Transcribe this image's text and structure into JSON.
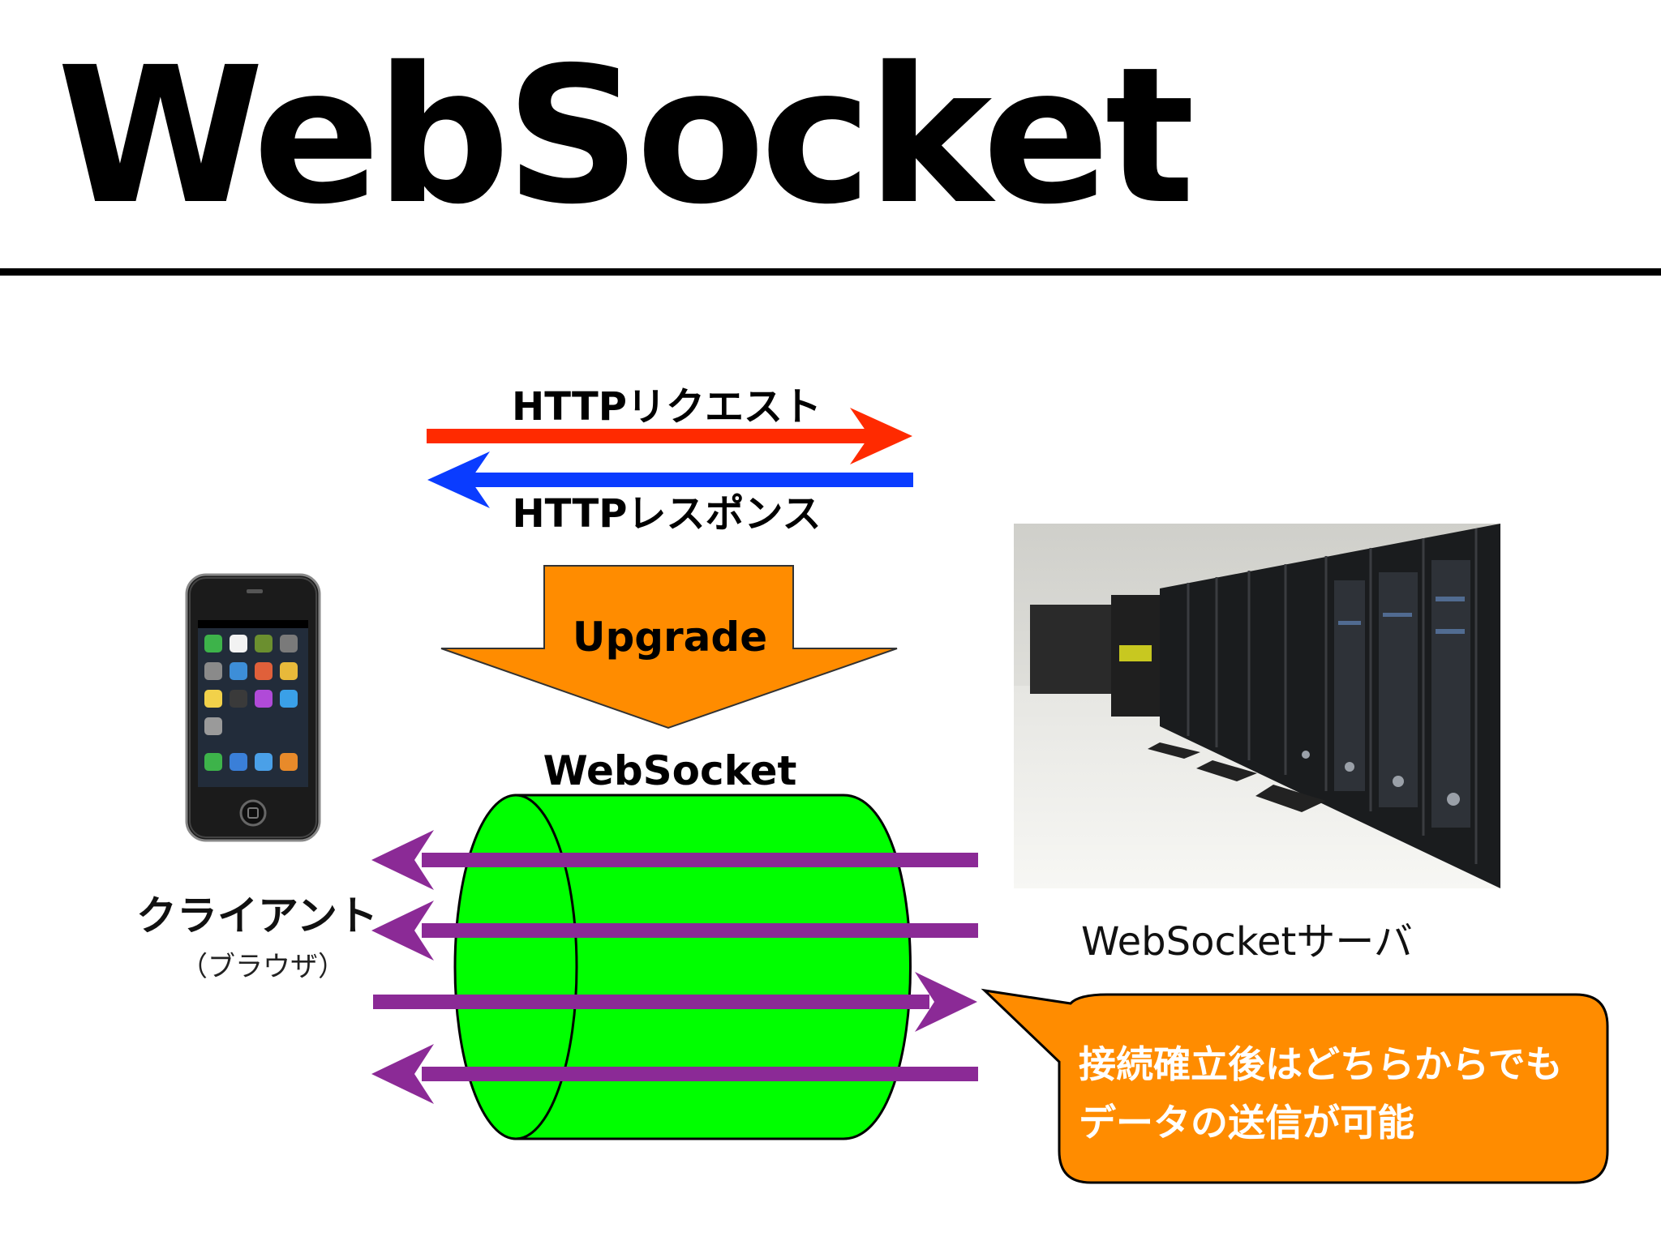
{
  "slide": {
    "title": "WebSocket"
  },
  "diagram": {
    "request_label": "HTTPリクエスト",
    "response_label": "HTTPレスポンス",
    "upgrade_label": "Upgrade",
    "tunnel_label": "WebSocket",
    "client_label": "クライアント",
    "client_sublabel": "（ブラウザ）",
    "server_label": "WebSocketサーバ",
    "bubble_line1": "接続確立後はどちらからでも",
    "bubble_line2": "データの送信が可能",
    "colors": {
      "request_arrow": "#ff2a00",
      "response_arrow": "#0a3cff",
      "upgrade_arrow": "#ff8c00",
      "tunnel": "#00ff00",
      "data_arrows": "#8b2a96",
      "bubble": "#ff8c00"
    },
    "icons": [
      "smartphone-icon",
      "server-rack-icon"
    ]
  }
}
